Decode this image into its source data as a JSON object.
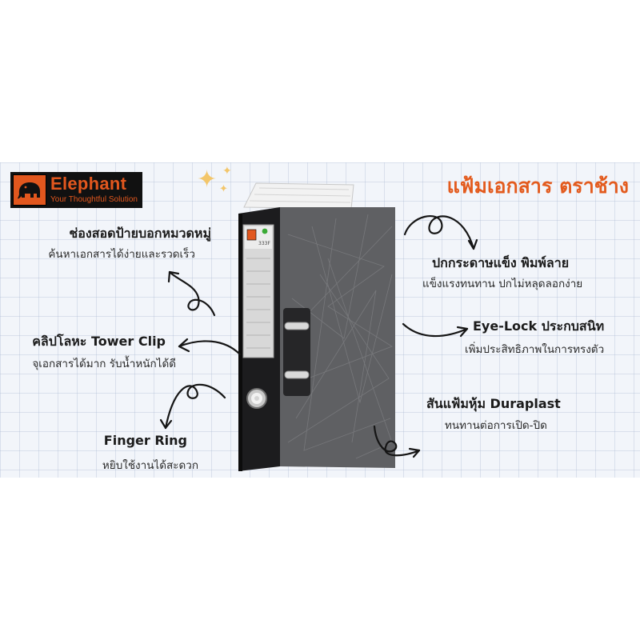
{
  "brand": {
    "name": "Elephant",
    "tagline": "Your Thoughtful Solution"
  },
  "headline": "แฟ้มเอกสาร ตราช้าง",
  "product": {
    "spine_code": "333F"
  },
  "features": {
    "label_pocket": {
      "title": "ช่องสอดป้ายบอกหมวดหมู่",
      "desc": "ค้นหาเอกสารได้ง่ายและรวดเร็ว"
    },
    "tower_clip": {
      "title": "คลิปโลหะ Tower Clip",
      "desc": "จุเอกสารได้มาก รับน้ำหนักได้ดี"
    },
    "finger_ring": {
      "title": "Finger Ring",
      "desc": "หยิบใช้งานได้สะดวก"
    },
    "cover": {
      "title": "ปกกระดาษแข็ง พิมพ์ลาย",
      "desc": "แข็งแรงทนทาน ปกไม่หลุดลอกง่าย"
    },
    "eye_lock": {
      "title": "Eye-Lock ประกบสนิท",
      "desc": "เพิ่มประสิทธิภาพในการทรงตัว"
    },
    "spine": {
      "title": "สันแฟ้มหุ้ม Duraplast",
      "desc": "ทนทานต่อการเปิด-ปิด"
    }
  },
  "colors": {
    "accent": "#e35b1e",
    "cover_gray": "#5f6063",
    "spine_black": "#1c1c1e",
    "background": "#f2f5fa"
  }
}
